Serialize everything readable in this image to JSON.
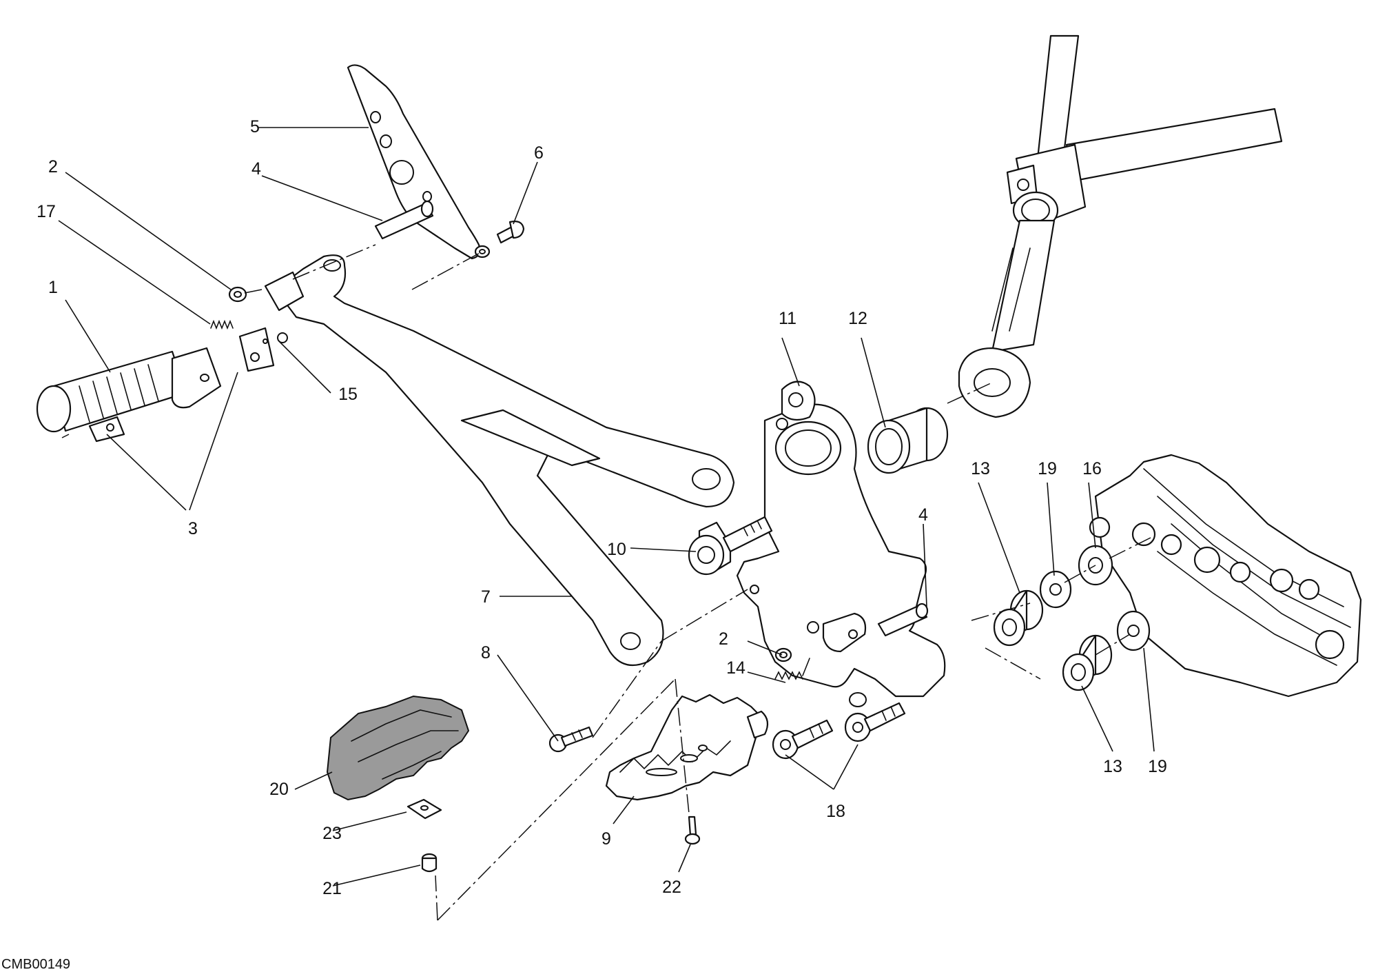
{
  "drawing_code": "CMB00149",
  "callouts": [
    {
      "id": "c1",
      "text": "1"
    },
    {
      "id": "c2a",
      "text": "2"
    },
    {
      "id": "c2b",
      "text": "2"
    },
    {
      "id": "c3",
      "text": "3"
    },
    {
      "id": "c4a",
      "text": "4"
    },
    {
      "id": "c4b",
      "text": "4"
    },
    {
      "id": "c5",
      "text": "5"
    },
    {
      "id": "c6",
      "text": "6"
    },
    {
      "id": "c7",
      "text": "7"
    },
    {
      "id": "c8",
      "text": "8"
    },
    {
      "id": "c9",
      "text": "9"
    },
    {
      "id": "c10",
      "text": "10"
    },
    {
      "id": "c11",
      "text": "11"
    },
    {
      "id": "c12",
      "text": "12"
    },
    {
      "id": "c13a",
      "text": "13"
    },
    {
      "id": "c13b",
      "text": "13"
    },
    {
      "id": "c14",
      "text": "14"
    },
    {
      "id": "c15",
      "text": "15"
    },
    {
      "id": "c16",
      "text": "16"
    },
    {
      "id": "c17",
      "text": "17"
    },
    {
      "id": "c18",
      "text": "18"
    },
    {
      "id": "c19a",
      "text": "19"
    },
    {
      "id": "c19b",
      "text": "19"
    },
    {
      "id": "c20",
      "text": "20"
    },
    {
      "id": "c21",
      "text": "21"
    },
    {
      "id": "c22",
      "text": "22"
    },
    {
      "id": "c23",
      "text": "23"
    }
  ]
}
